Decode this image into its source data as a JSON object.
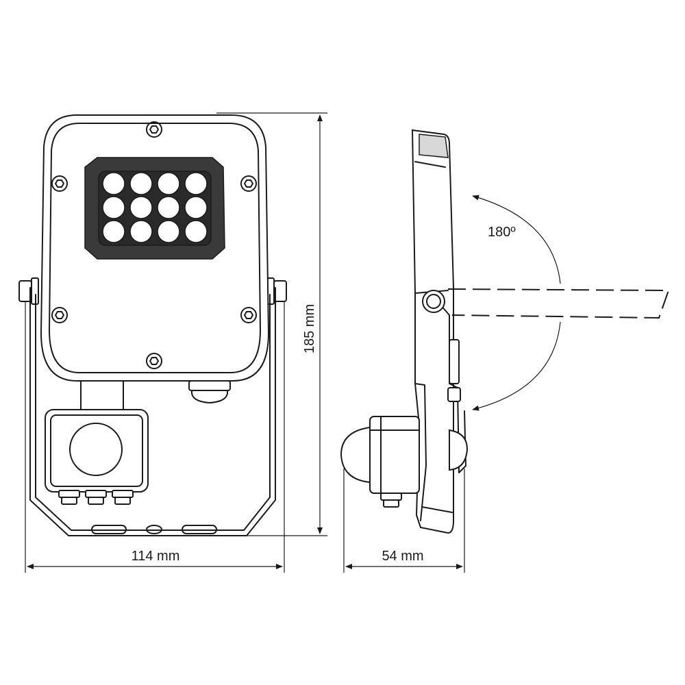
{
  "dimensions": {
    "height_label": "185 mm",
    "width_label": "114 mm",
    "depth_label": "54 mm",
    "rotation_label": "180º"
  },
  "colors": {
    "line": "#1a1a1a",
    "face": "#ffffff",
    "dark_fill": "#3a3a3a"
  },
  "led_grid": {
    "rows": 3,
    "cols": 4
  }
}
